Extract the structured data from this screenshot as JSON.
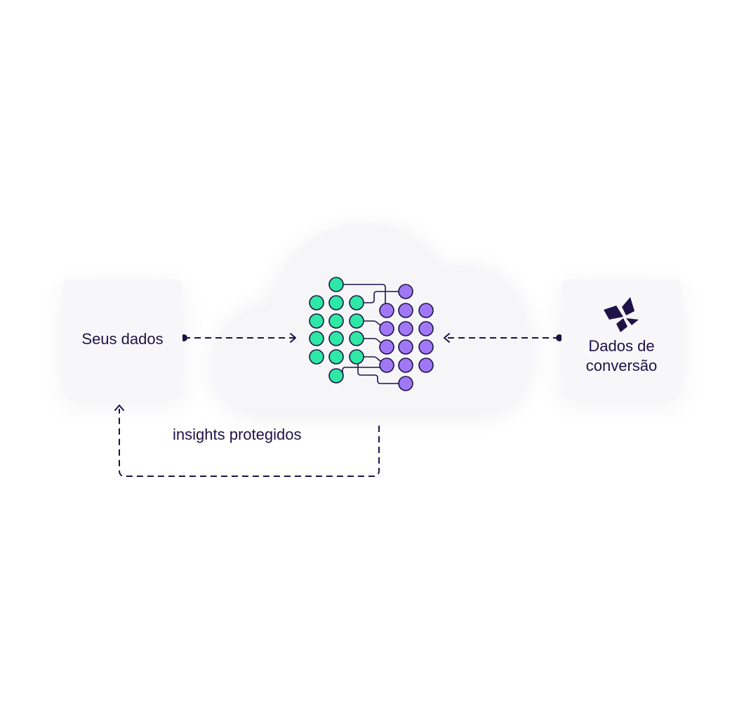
{
  "left_card": {
    "label": "Seus dados"
  },
  "right_card": {
    "label": "Dados de conversão"
  },
  "feedback": {
    "label": "insights protegidos"
  },
  "icons": {
    "right_logo": "diamond-cluster-logo-icon",
    "network": "neural-network-icon"
  },
  "colors": {
    "ink": "#1f1247",
    "green_node": "#2ee8a5",
    "purple_node": "#a078f5",
    "card_bg": "#f7f7f9",
    "cloud_bg": "#f6f6f8"
  }
}
